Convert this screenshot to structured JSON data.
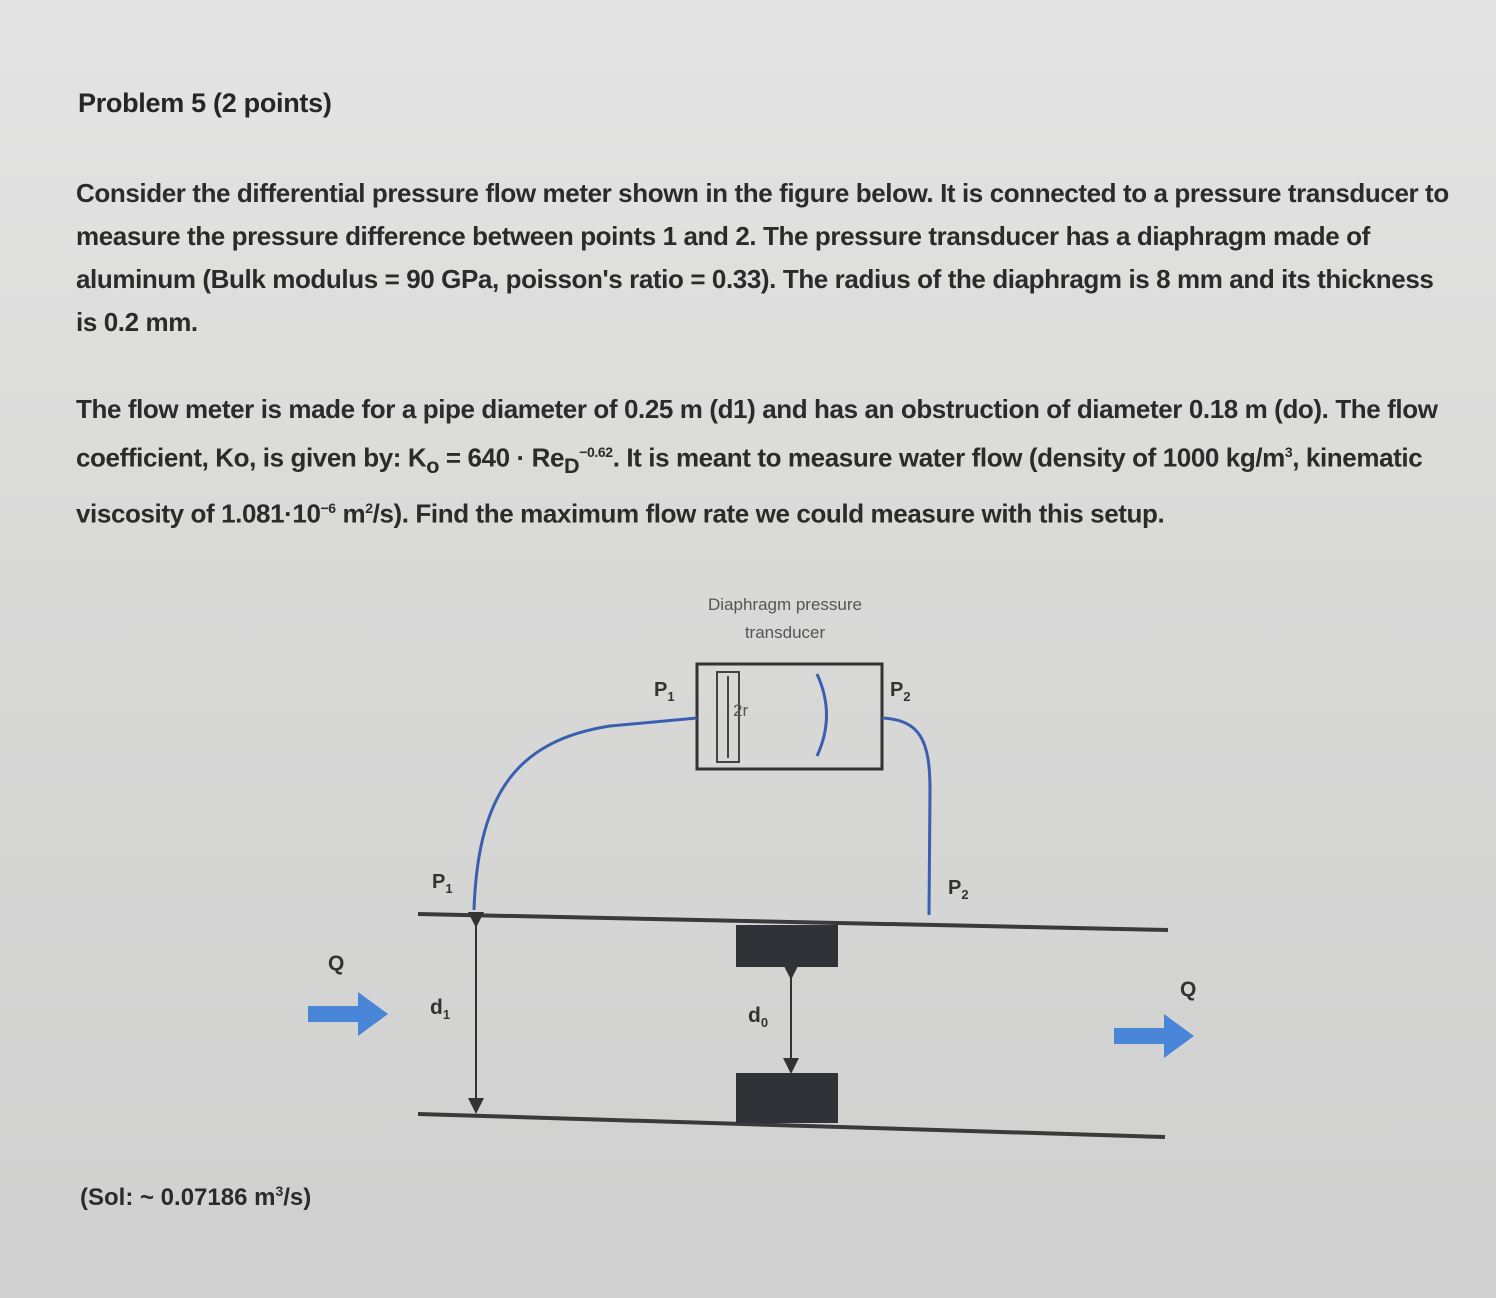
{
  "problem": {
    "title": "Problem 5 (2 points)",
    "paragraph1": "Consider the differential pressure flow meter shown in the figure below. It is connected to a pressure transducer to measure the pressure difference between points 1 and 2. The pressure transducer has a diaphragm made of aluminum (Bulk modulus = 90 GPa, poisson's ratio = 0.33). The radius of the diaphragm is 8 mm and its thickness is 0.2 mm.",
    "paragraph2_a": "The flow meter is made for a pipe diameter of 0.25 m (d1) and has an obstruction of diameter 0.18 m (do). The flow coefficient, Ko, is given by: K",
    "paragraph2_k_sub": "o",
    "paragraph2_b": " = 640 · Re",
    "paragraph2_re_sub": "D",
    "paragraph2_re_sup": "−0.62",
    "paragraph2_c": ". It is meant to measure water flow (density of 1000 kg/m",
    "paragraph2_sup3": "3",
    "paragraph2_d": ", kinematic viscosity of 1.081·10",
    "paragraph2_sup_exp": "−6",
    "paragraph2_e": " m",
    "paragraph2_sup2": "2",
    "paragraph2_f": "/s). Find the maximum flow rate we could measure with this setup.",
    "solution_a": "(Sol: ~ 0.07186 m",
    "solution_sup": "3",
    "solution_b": "/s)"
  },
  "figure": {
    "transducer_label_line1": "Diaphragm pressure",
    "transducer_label_line2": "transducer",
    "p1_top": "P",
    "p1_top_sub": "1",
    "p2_top": "P",
    "p2_top_sub": "2",
    "radius_label": "2r",
    "p1_pipe": "P",
    "p1_pipe_sub": "1",
    "p2_pipe": "P",
    "p2_pipe_sub": "2",
    "q_in": "Q",
    "q_out": "Q",
    "d1": "d",
    "d1_sub": "1",
    "d0": "d",
    "d0_sub": "0",
    "colors": {
      "tube": "#3a5fb0",
      "arrow": "#4a86d8",
      "obstruction": "#2f3337",
      "pipe": "#3a3a3a"
    }
  }
}
